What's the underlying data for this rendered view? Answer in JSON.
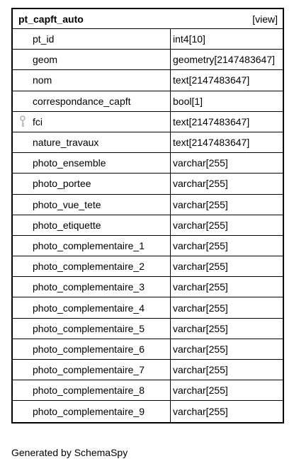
{
  "table": {
    "name": "pt_capft_auto",
    "view_label": "[view]",
    "columns": [
      {
        "name": "pt_id",
        "type": "int4[10]",
        "icon": ""
      },
      {
        "name": "geom",
        "type": "geometry[2147483647]",
        "icon": ""
      },
      {
        "name": "nom",
        "type": "text[2147483647]",
        "icon": ""
      },
      {
        "name": "correspondance_capft",
        "type": "bool[1]",
        "icon": ""
      },
      {
        "name": "fci",
        "type": "text[2147483647]",
        "icon": "key-icon"
      },
      {
        "name": "nature_travaux",
        "type": "text[2147483647]",
        "icon": ""
      },
      {
        "name": "photo_ensemble",
        "type": "varchar[255]",
        "icon": ""
      },
      {
        "name": "photo_portee",
        "type": "varchar[255]",
        "icon": ""
      },
      {
        "name": "photo_vue_tete",
        "type": "varchar[255]",
        "icon": ""
      },
      {
        "name": "photo_etiquette",
        "type": "varchar[255]",
        "icon": ""
      },
      {
        "name": "photo_complementaire_1",
        "type": "varchar[255]",
        "icon": ""
      },
      {
        "name": "photo_complementaire_2",
        "type": "varchar[255]",
        "icon": ""
      },
      {
        "name": "photo_complementaire_3",
        "type": "varchar[255]",
        "icon": ""
      },
      {
        "name": "photo_complementaire_4",
        "type": "varchar[255]",
        "icon": ""
      },
      {
        "name": "photo_complementaire_5",
        "type": "varchar[255]",
        "icon": ""
      },
      {
        "name": "photo_complementaire_6",
        "type": "varchar[255]",
        "icon": ""
      },
      {
        "name": "photo_complementaire_7",
        "type": "varchar[255]",
        "icon": ""
      },
      {
        "name": "photo_complementaire_8",
        "type": "varchar[255]",
        "icon": ""
      },
      {
        "name": "photo_complementaire_9",
        "type": "varchar[255]",
        "icon": ""
      }
    ]
  },
  "footer": {
    "text": "Generated by SchemaSpy"
  },
  "colors": {
    "border": "#000000",
    "background": "#ffffff",
    "key_icon": "#b0b0b0"
  }
}
